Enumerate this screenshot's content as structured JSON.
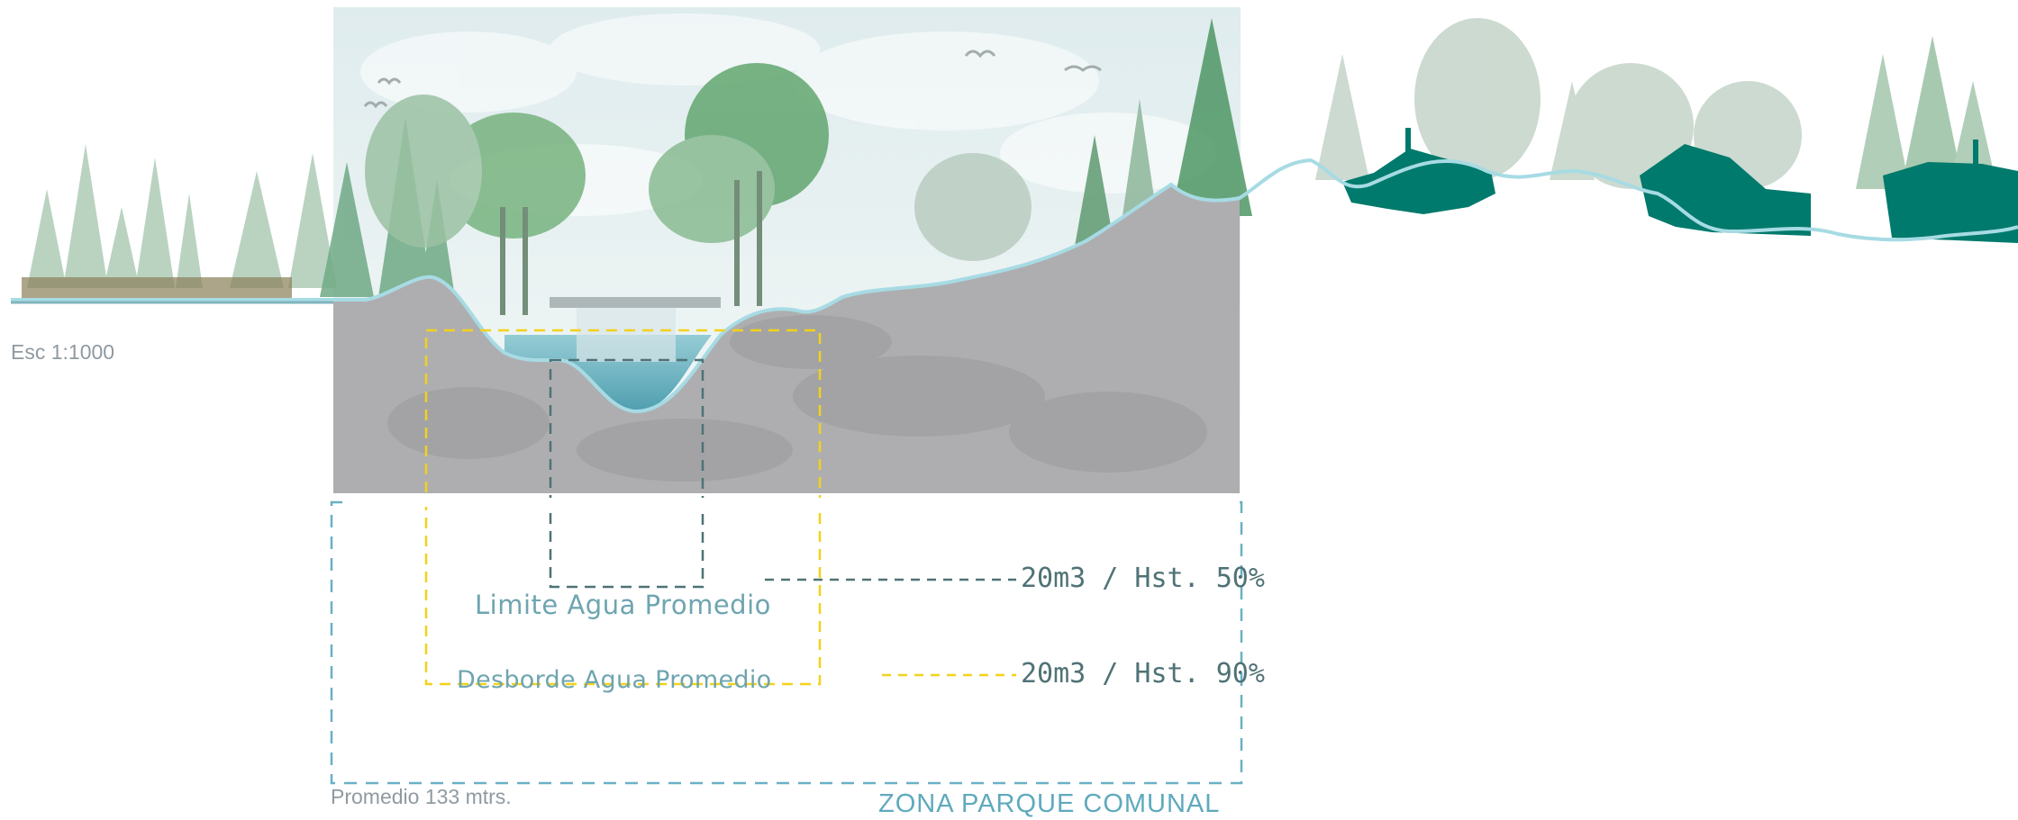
{
  "labels": {
    "scale": "Esc 1:1000",
    "limite": "Limite Agua Promedio",
    "desborde": "Desborde Agua Promedio",
    "value_50": "20m3 / Hst. 50%",
    "value_90": "20m3 / Hst. 90%",
    "average": "Promedio 133 mtrs.",
    "zone": "ZONA PARQUE COMUNAL"
  },
  "colors": {
    "sky": "#e3eeef",
    "soil": "#aeaeb1",
    "water": "#4fa3b3",
    "waterline": "#a7dbe4",
    "houses": "#007a6c",
    "trees_dark": "#5f9b70",
    "trees_light": "#a9c9b2",
    "limit_line": "#4f7276",
    "overflow_line": "#f2d21b",
    "zone_line": "#6ab0c6"
  },
  "icons": [
    "bird-icon",
    "tree-icon",
    "house-icon"
  ]
}
